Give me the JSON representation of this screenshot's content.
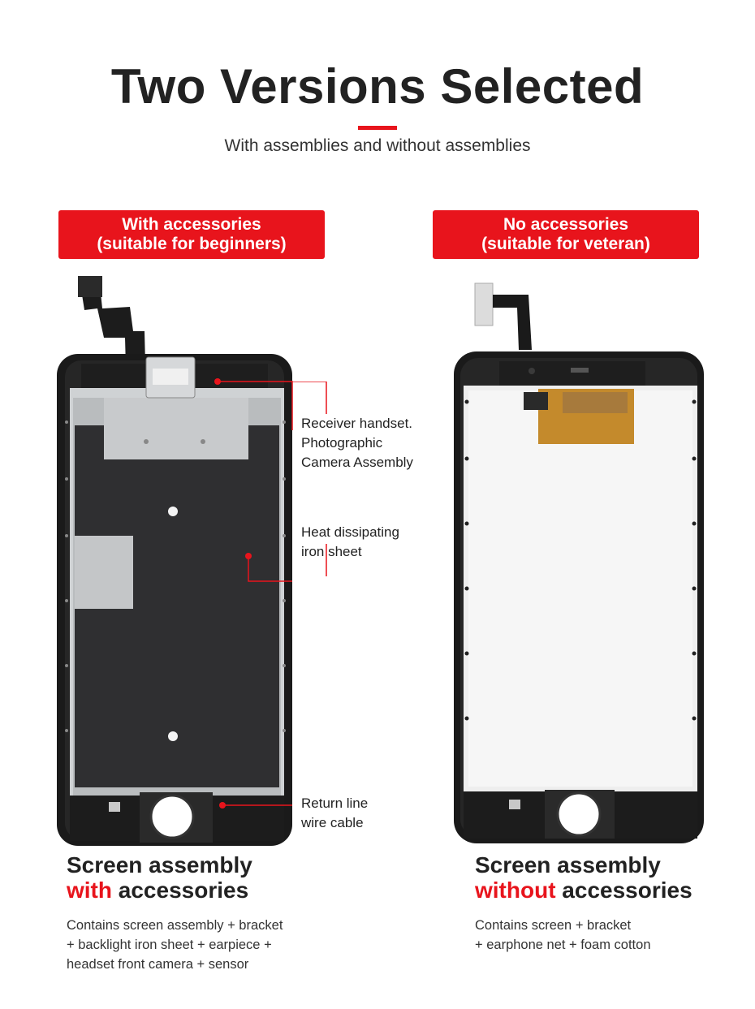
{
  "header": {
    "title": "Two Versions Selected",
    "subtitle": "With assemblies and without assemblies",
    "accent_color": "#e8141c"
  },
  "left": {
    "pill_line1": "With accessories",
    "pill_line2": "(suitable for beginners)",
    "callouts": {
      "receiver_line1": "Receiver handset.",
      "receiver_line2": "Photographic",
      "receiver_line3": "Camera Assembly",
      "heat_line1": "Heat dissipating",
      "heat_line2": "iron sheet",
      "return_line1": "Return line",
      "return_line2": "wire cable"
    },
    "heading_line1": "Screen assembly",
    "heading_highlight": "with",
    "heading_rest": " accessories",
    "desc_line1": "Contains screen assembly + bracket",
    "desc_line2": "+ backlight iron sheet + earpiece +",
    "desc_line3": "headset front camera + sensor"
  },
  "right": {
    "pill_line1": "No accessories",
    "pill_line2": "(suitable for veteran)",
    "heading_line1": "Screen assembly",
    "heading_highlight": "without",
    "heading_rest": " accessories",
    "desc_line1": "Contains screen + bracket",
    "desc_line2": "+ earphone net + foam cotton"
  }
}
